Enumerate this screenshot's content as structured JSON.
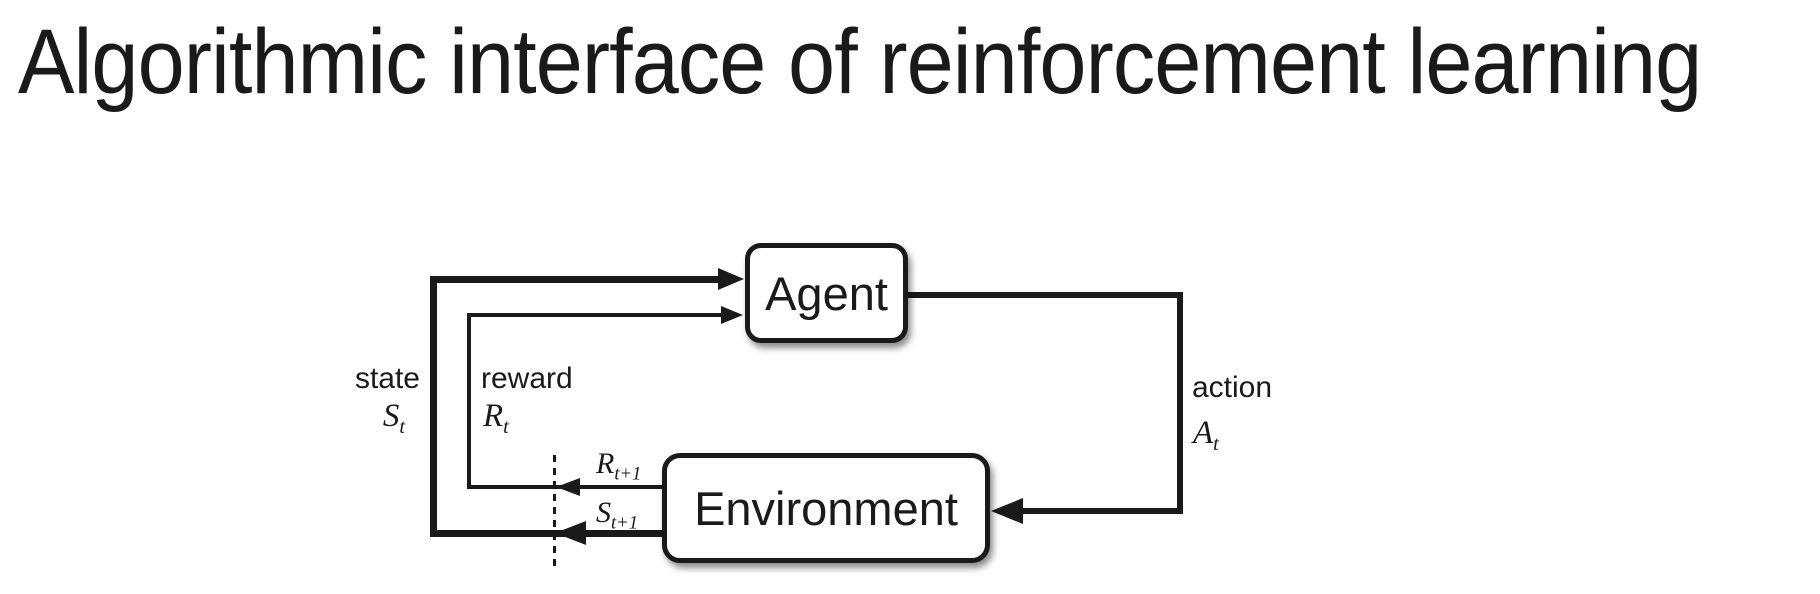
{
  "title": "Algorithmic interface of reinforcement learning",
  "diagram": {
    "agent": {
      "label": "Agent"
    },
    "environment": {
      "label": "Environment"
    },
    "edges": {
      "state": {
        "label": "state"
      },
      "reward": {
        "label": "reward"
      },
      "action": {
        "label": "action"
      }
    },
    "symbols": {
      "state_t": {
        "base": "S",
        "sub": "t"
      },
      "reward_t": {
        "base": "R",
        "sub": "t"
      },
      "action_t": {
        "base": "A",
        "sub": "t"
      },
      "reward_t_plus_1": {
        "base": "R",
        "sub": "t+1"
      },
      "state_t_plus_1": {
        "base": "S",
        "sub": "t+1"
      }
    },
    "colors": {
      "line": "#1a1a1a",
      "text": "#1a1a1a",
      "background": "#ffffff"
    }
  }
}
